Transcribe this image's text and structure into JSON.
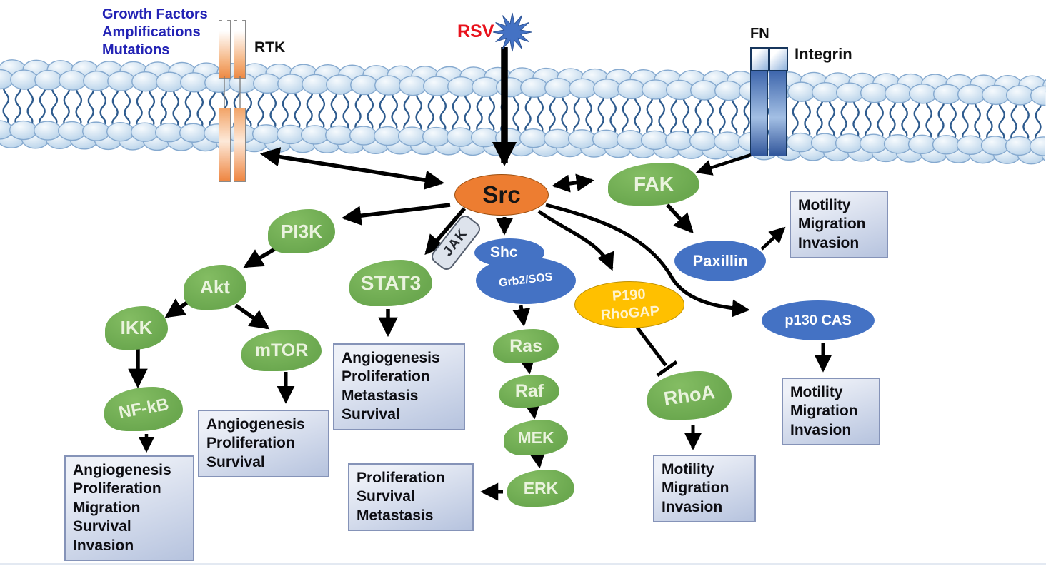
{
  "colors": {
    "green": "#6BA84F",
    "blue": "#4472C4",
    "orange": "#ED7D31",
    "yellow": "#FFC000",
    "red": "#E8121C",
    "annotation_blue": "#2323B5",
    "box_border": "#8593B8",
    "box_background_light": "#EEF1F8",
    "box_background_dark": "#B6C3DE"
  },
  "annotations": {
    "growth_factors": "Growth Factors\nAmplifications\nMutations",
    "rtk": "RTK",
    "rsv": "RSV",
    "fn": "FN",
    "integrin": "Integrin"
  },
  "nodes": {
    "src": "Src",
    "jak": "JAK",
    "pi3k": "PI3K",
    "akt": "Akt",
    "ikk": "IKK",
    "nfkb": "NF-kB",
    "mtor": "mTOR",
    "stat3": "STAT3",
    "shc": "Shc",
    "grb2sos": "Grb2/SOS",
    "ras": "Ras",
    "raf": "Raf",
    "mek": "MEK",
    "erk": "ERK",
    "fak": "FAK",
    "paxillin": "Paxillin",
    "p190": "P190\nRhoGAP",
    "rhoa": "RhoA",
    "p130cas": "p130 CAS"
  },
  "outcomes": {
    "nfkb": "Angiogenesis\nProliferation\nMigration\nSurvival\nInvasion",
    "mtor": "Angiogenesis\nProliferation\nSurvival",
    "stat3": "Angiogenesis\nProliferation\nMetastasis\nSurvival",
    "erk": "Proliferation\nSurvival\nMetastasis",
    "paxillin": "Motility\nMigration\nInvasion",
    "rhoa": "Motility\nMigration\nInvasion",
    "p130cas": "Motility\nMigration\nInvasion"
  }
}
